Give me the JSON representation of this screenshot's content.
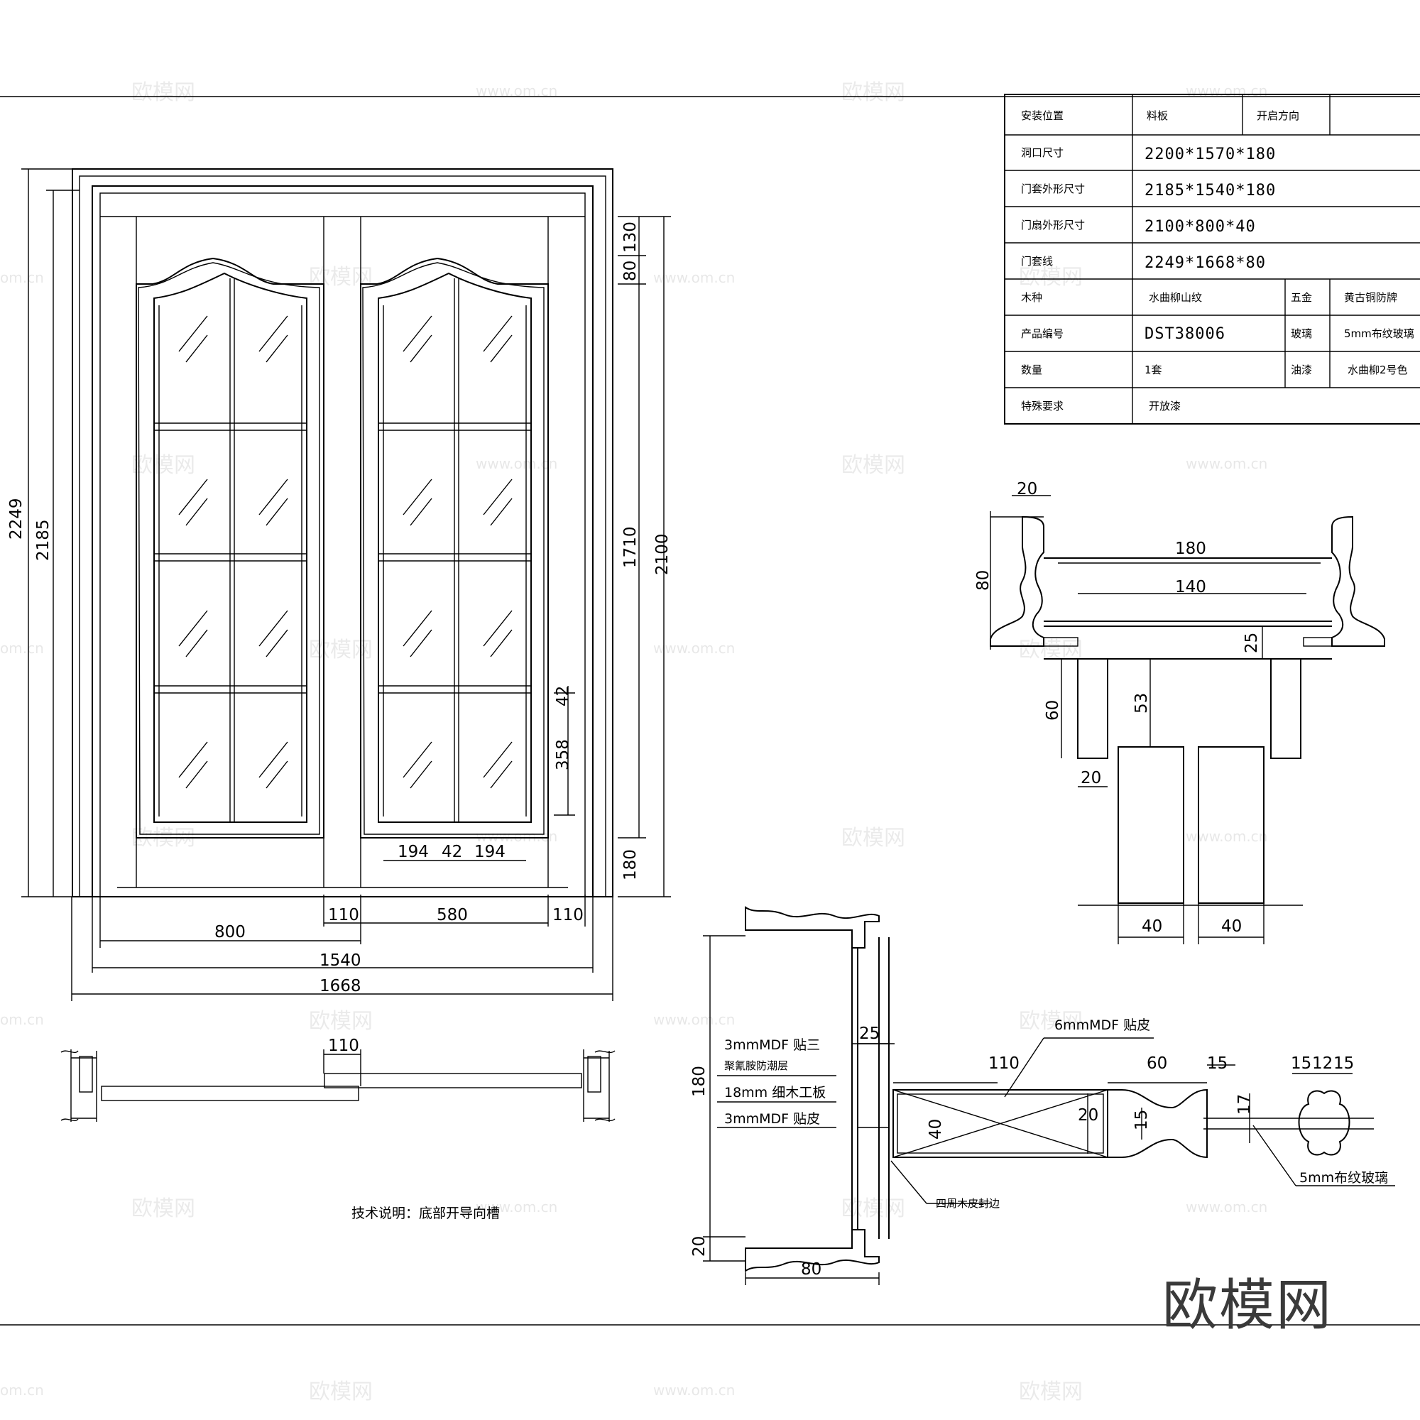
{
  "spec_table": {
    "install_location_label": "安装位置",
    "material_label": "料板",
    "open_direction_label": "开启方向",
    "opening_size_label": "洞口尺寸",
    "opening_size_value": "2200*1570*180",
    "frame_size_label": "门套外形尺寸",
    "frame_size_value": "2185*1540*180",
    "leaf_size_label": "门扇外形尺寸",
    "leaf_size_value": "2100*800*40",
    "casing_label": "门套线",
    "casing_value": "2249*1668*80",
    "wood_label": "木种",
    "wood_value": "水曲柳山纹",
    "hardware_label": "五金",
    "hardware_value": "黄古铜防牌",
    "product_code_label": "产品编号",
    "product_code_value": "DST38006",
    "glass_label": "玻璃",
    "glass_value": "5mm布纹玻璃",
    "quantity_label": "数量",
    "quantity_value": "1套",
    "paint_label": "油漆",
    "paint_value": "水曲柳2号色",
    "special_label": "特殊要求",
    "special_value": "开放漆"
  },
  "elevation_dims": {
    "overall_height": "2249",
    "frame_height": "2185",
    "leaf_height": "2100",
    "panel_height": "1710",
    "top_rail": "130",
    "arch": "80",
    "bottom_rail": "180",
    "lower_pane": "358",
    "muntin": "42",
    "leaf_width": "800",
    "stile_left": "110",
    "glass_zone": "580",
    "stile_right": "110",
    "frame_width": "1540",
    "casing_width": "1668",
    "pane_a": "194",
    "muntin_w": "42",
    "pane_b": "194"
  },
  "plan_dims": {
    "overlap": "110"
  },
  "tech_note": "技术说明：底部开导向槽",
  "casing_section": {
    "lip": "20",
    "total_width": "180",
    "inner_width": "140",
    "height": "80",
    "rebate": "25",
    "leg_height": "60",
    "leg_width": "20",
    "gap": "53",
    "leaf_a": "40",
    "leaf_b": "40"
  },
  "jamb_section": {
    "height": "180",
    "bottom": "20",
    "casing": "80",
    "rebate": "25",
    "layer1_line1": "3mmMDF 贴三",
    "layer1_line2": "聚氰胺防潮层",
    "layer2": "18mm 细木工板",
    "layer3": "3mmMDF 贴皮",
    "skin_label": "6mmMDF 贴皮",
    "edge_label": "四周木皮封边",
    "stile_depth": "110",
    "molding": "60",
    "bead": "15",
    "leaf_thk": "40",
    "core_a": "20",
    "core_b": "15",
    "glazing": "17",
    "bead_a": "15",
    "bead_b": "12",
    "bead_c": "15",
    "glass_label": "5mm布纹玻璃"
  },
  "watermark": {
    "brand": "欧模网",
    "site": "www.om.cn",
    "tile": "欧模网",
    "edge": "om.cn"
  }
}
